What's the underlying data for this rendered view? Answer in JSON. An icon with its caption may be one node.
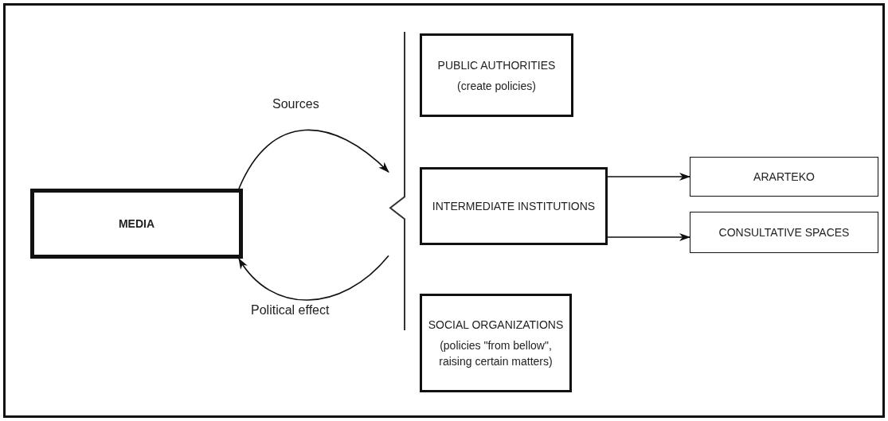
{
  "diagram": {
    "nodes": [
      {
        "text": [
          "MEDIA"
        ]
      },
      {
        "text": [],
        "shape": "brace"
      },
      {
        "text": [
          "PUBLIC AUTHORITIES",
          "(create policies)"
        ]
      },
      {
        "text": [
          "INTERMEDIATE INSTITUTIONS"
        ]
      },
      {
        "text": [
          "SOCIAL ORGANIZATIONS",
          "(policies \"from bellow\", raising certain matters)"
        ]
      },
      {
        "text": [
          "ARARTEKO"
        ]
      },
      {
        "text": [
          "CONSULTATIVE SPACES"
        ]
      }
    ],
    "edges": [
      {
        "from": 0,
        "to": 1,
        "arrow": "to",
        "label": "Sources"
      },
      {
        "from": 1,
        "to": 0,
        "arrow": "to",
        "label": "Political effect"
      },
      {
        "from": 3,
        "to": 5,
        "arrow": "to"
      },
      {
        "from": 3,
        "to": 6,
        "arrow": "to"
      }
    ]
  }
}
